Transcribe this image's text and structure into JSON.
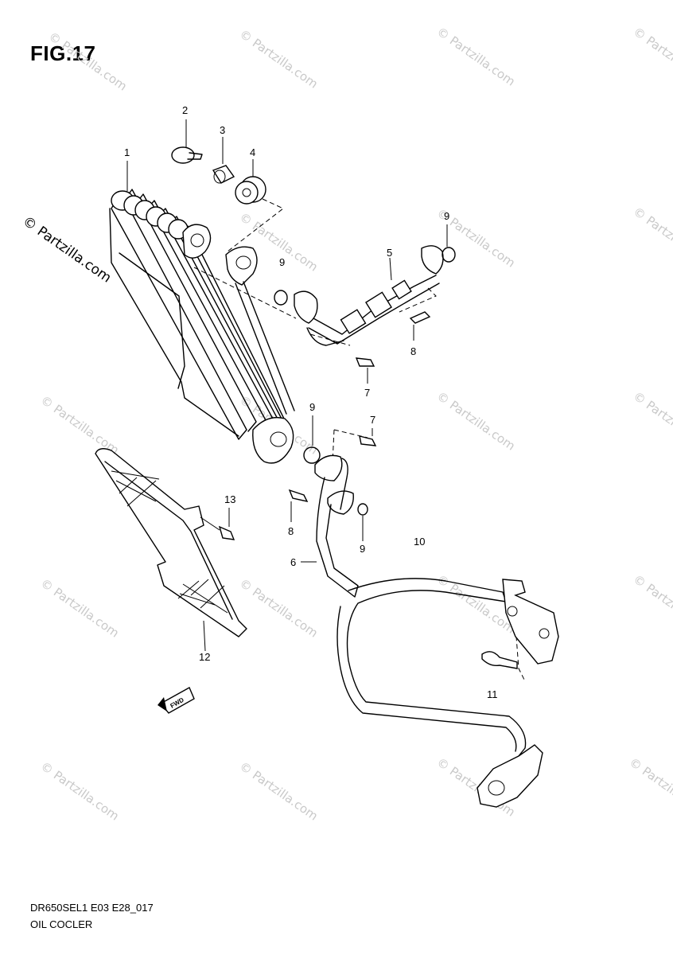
{
  "figure": {
    "title": "FIG.17"
  },
  "watermark": {
    "text": "© Partzilla.com",
    "corner_text": "© Partzilla.com"
  },
  "callouts": {
    "c1": "1",
    "c2": "2",
    "c3": "3",
    "c4": "4",
    "c5": "5",
    "c6": "6",
    "c7a": "7",
    "c7b": "7",
    "c8a": "8",
    "c8b": "8",
    "c9a": "9",
    "c9b": "9",
    "c9c": "9",
    "c9d": "9",
    "c10": "10",
    "c11": "11",
    "c12": "12",
    "c13": "13"
  },
  "direction_marker": {
    "label": "FWD"
  },
  "footer": {
    "code": "DR650SEL1 E03 E28_017",
    "name": "OIL COCLER"
  }
}
